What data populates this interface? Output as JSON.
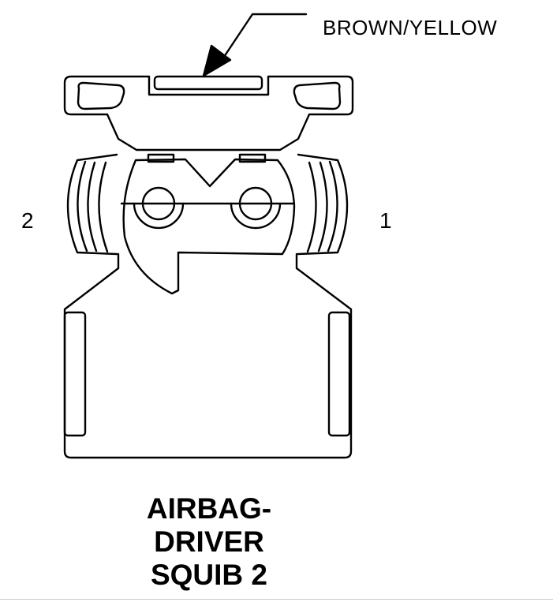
{
  "wire_color": "BROWN/YELLOW",
  "pins": {
    "left": "2",
    "right": "1"
  },
  "title": {
    "line1": "AIRBAG-",
    "line2": "DRIVER",
    "line3": "SQUIB 2"
  },
  "colors": {
    "stroke": "#000000",
    "background": "#ffffff"
  }
}
